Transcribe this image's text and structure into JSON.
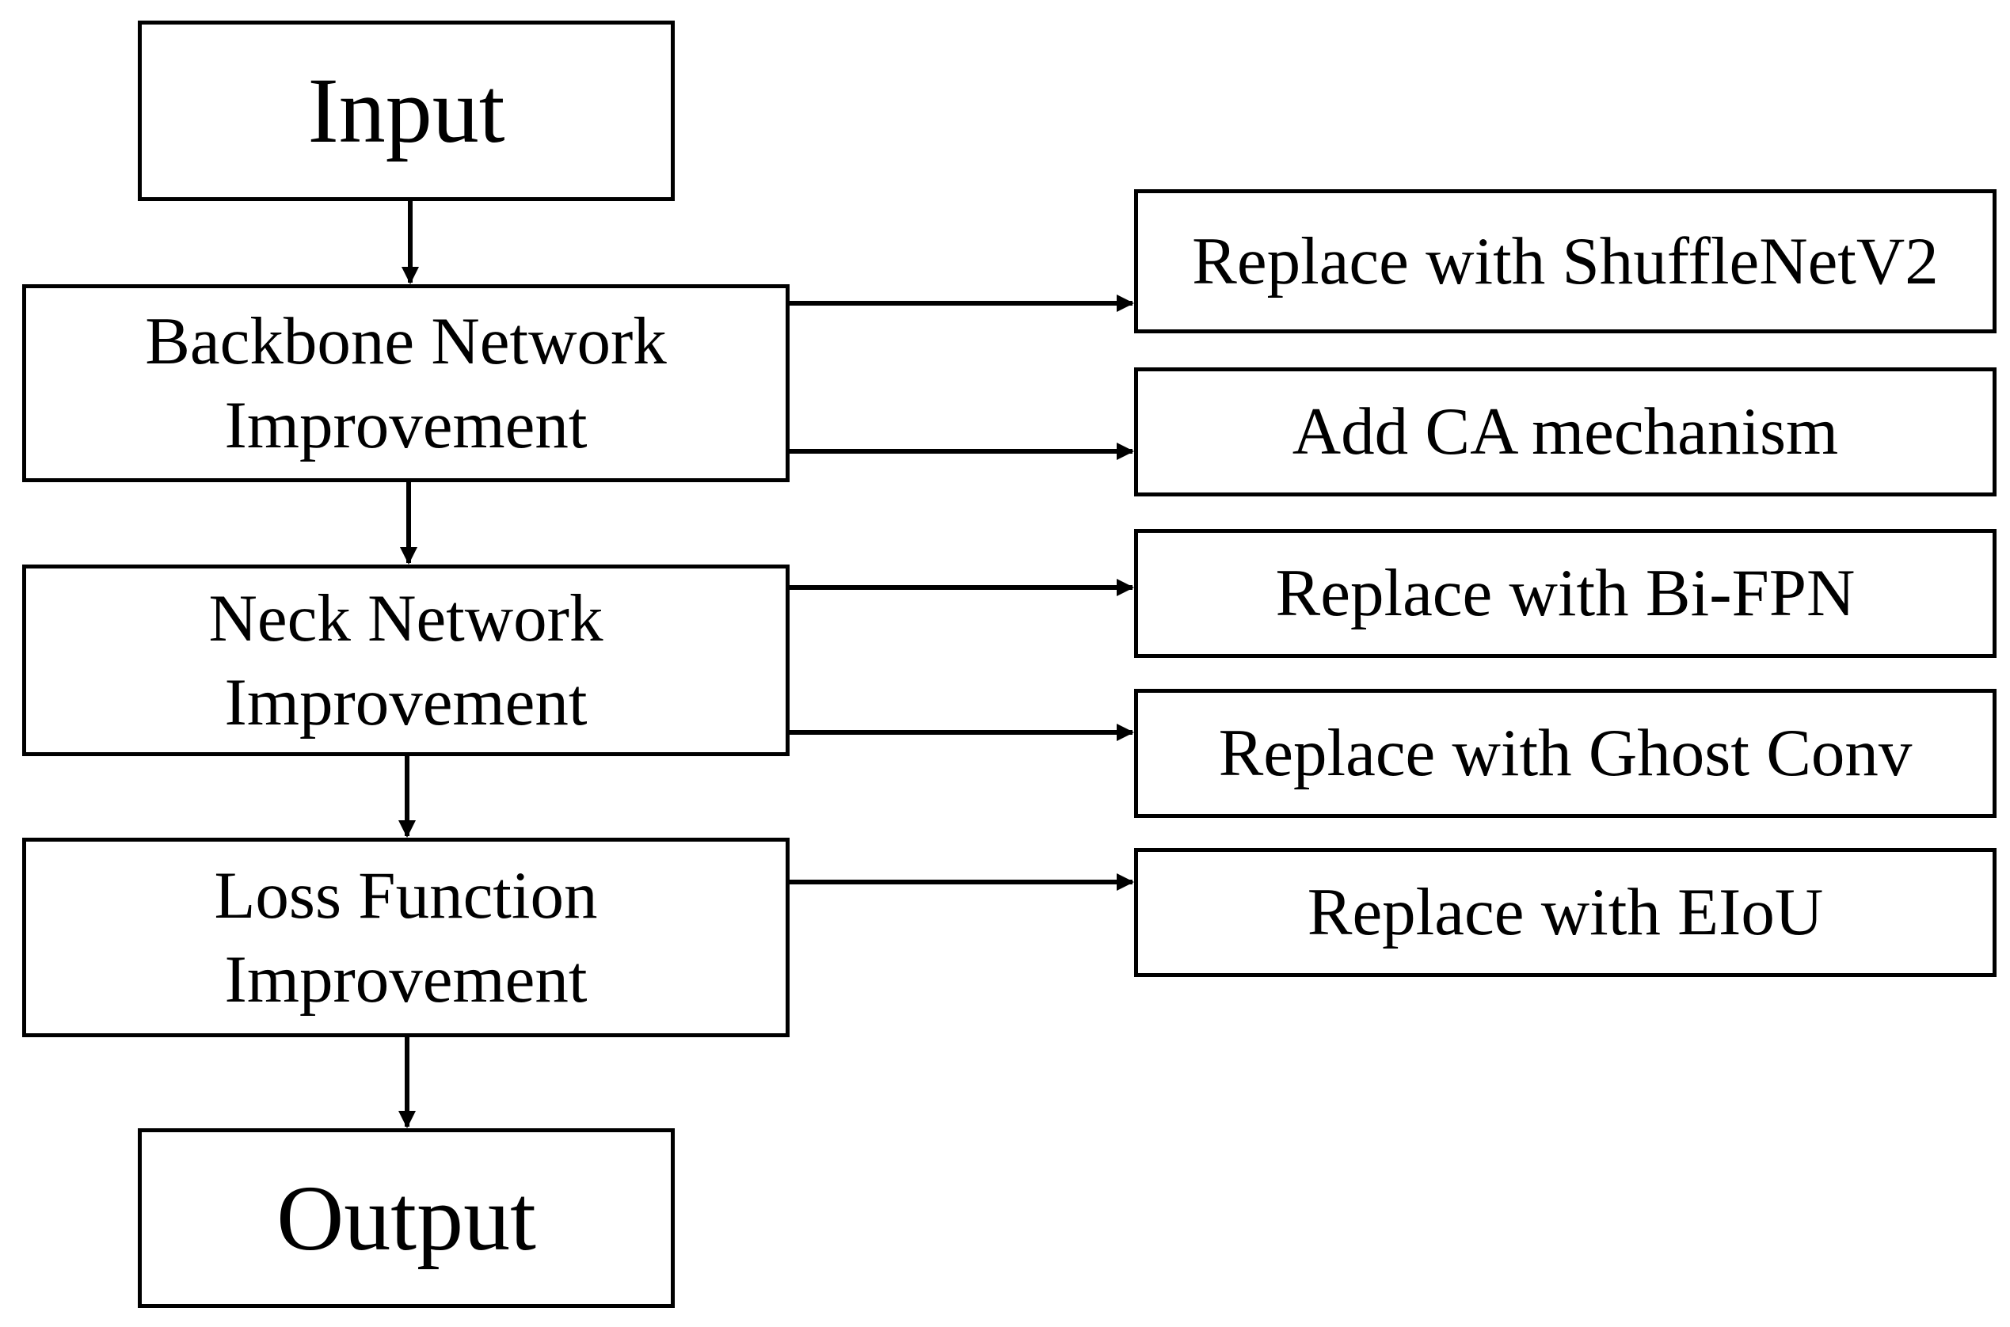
{
  "flow": {
    "input": "Input",
    "backbone": [
      "Backbone Network",
      "Improvement"
    ],
    "neck": [
      "Neck Network",
      "Improvement"
    ],
    "loss": [
      "Loss Function",
      "Improvement"
    ],
    "output": "Output"
  },
  "improvements": {
    "shufflenet": "Replace with ShuffleNetV2",
    "ca": "Add CA mechanism",
    "bifpn": "Replace with Bi-FPN",
    "ghost": "Replace with Ghost Conv",
    "eiou": "Replace with EIoU"
  },
  "colors": {
    "stroke": "#000000",
    "background": "#ffffff"
  }
}
